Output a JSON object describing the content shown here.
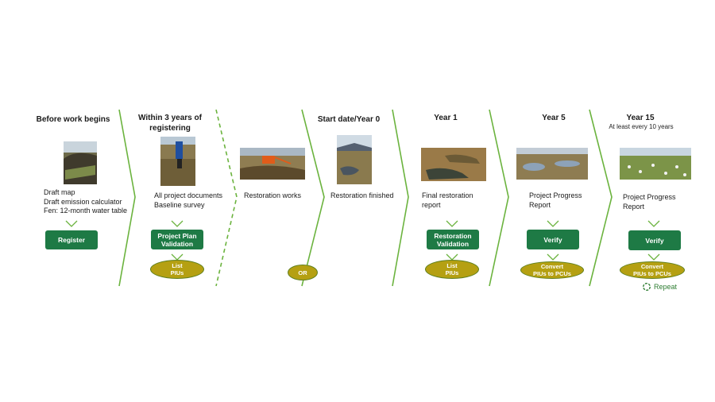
{
  "stages": [
    {
      "heading": "Before work begins",
      "text": "Draft map\nDraft emission calculator\nFen: 12-month water table",
      "button": "Register"
    },
    {
      "heading": "Within 3 years of\nregistering",
      "text": "All project documents\nBaseline survey",
      "button": "Project Plan\nValidation",
      "pill": "List\nPIUs"
    },
    {
      "text": "Restoration works"
    },
    {
      "heading": "Start date/Year 0",
      "text": "Restoration finished",
      "pill": "OR"
    },
    {
      "heading": "Year 1",
      "text": "Final restoration\nreport",
      "button": "Restoration\nValidation",
      "pill": "List\nPIUs"
    },
    {
      "heading": "Year 5",
      "text": "Project Progress\nReport",
      "button": "Verify",
      "pill": "Convert\nPIUs to PCUs"
    },
    {
      "heading": "Year 15",
      "subheading": "At least every 10 years",
      "text": "Project Progress\nReport",
      "button": "Verify",
      "pill": "Convert\nPIUs to PCUs",
      "repeat": "Repeat"
    }
  ],
  "colors": {
    "line": "#6bb33e",
    "button": "#1e7a45",
    "pill": "#b5a012",
    "pill_border": "#5e7f1e"
  },
  "icons": [
    "chevron-down-icon",
    "repeat-icon"
  ]
}
